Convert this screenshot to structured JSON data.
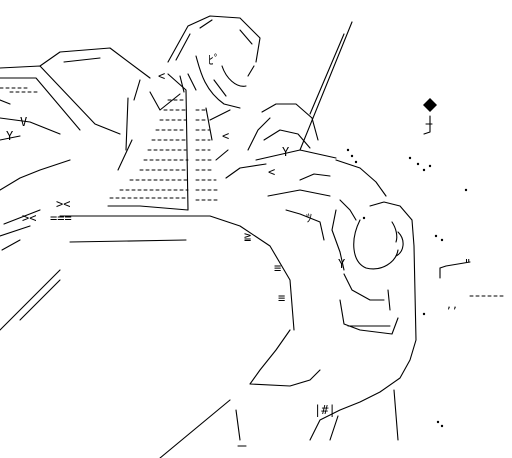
{
  "art": {
    "glyphs": {
      "eyes": "ﾋﾟ",
      "lt1": "<",
      "lt2": "<",
      "lt3": "<",
      "y1": "Y",
      "y2": "Y",
      "y3": "Y",
      "v1": "V",
      "x1": "><",
      "x2": "><",
      "eq": "===",
      "ge": "≧",
      "tri": "≡",
      "tsu": "ﾂ",
      "hash": "|#|",
      "quote": "\"",
      "comma": ",,"
    },
    "colors": {
      "ink": "#000000",
      "paper": "#ffffff"
    }
  }
}
